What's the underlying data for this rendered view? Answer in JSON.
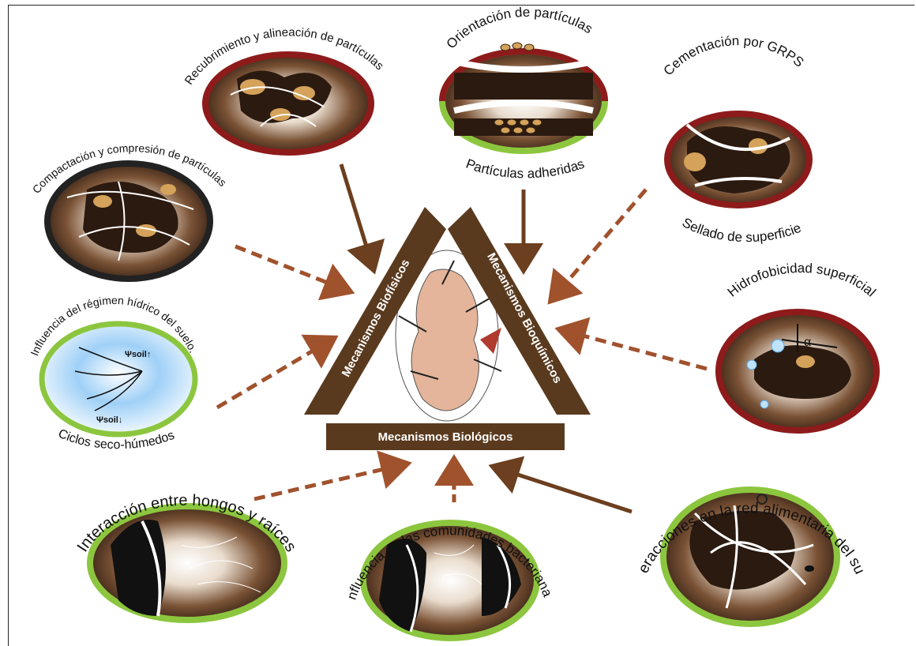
{
  "colors": {
    "brown": "#5a3a1e",
    "arrow": "#6b3f1f",
    "dashed_arrow": "#a0522d",
    "red_ring": "#8e1b1b",
    "green_ring": "#8cc63f",
    "black_ring": "#222222",
    "soil_dark": "#2b1a10",
    "particle": "#d4a25a"
  },
  "center": {
    "left_bar": "Mecanismos Biofísicos",
    "right_bar": "Mecanismos Bioquímicos",
    "bottom_bar": "Mecanismos Biológicos"
  },
  "nodes": {
    "recubrimiento": "Recubrimiento y alineación de partículas",
    "orientacion": "Orientación de partículas",
    "adheridas": "Partículas adheridas",
    "cementacion": "Cementación por GRPS",
    "sellado": "Sellado de superficie",
    "compactacion": "Compactación y compresión de partículas",
    "hidrofobicidad": "Hidrofobicidad superficial",
    "regimen": "Influencia del régimen hídrico del suelo.",
    "ciclos": "Ciclos seco-húmedos",
    "psi_up": "Ψsoil↑",
    "psi_down": "Ψsoil↓",
    "alpha": "α",
    "hongos": "Interacción entre hongos y raíces",
    "bacterianas": "Influencia en las comunidades bacterianas",
    "red": "Interacciones en la red alimentaria del suelo"
  }
}
